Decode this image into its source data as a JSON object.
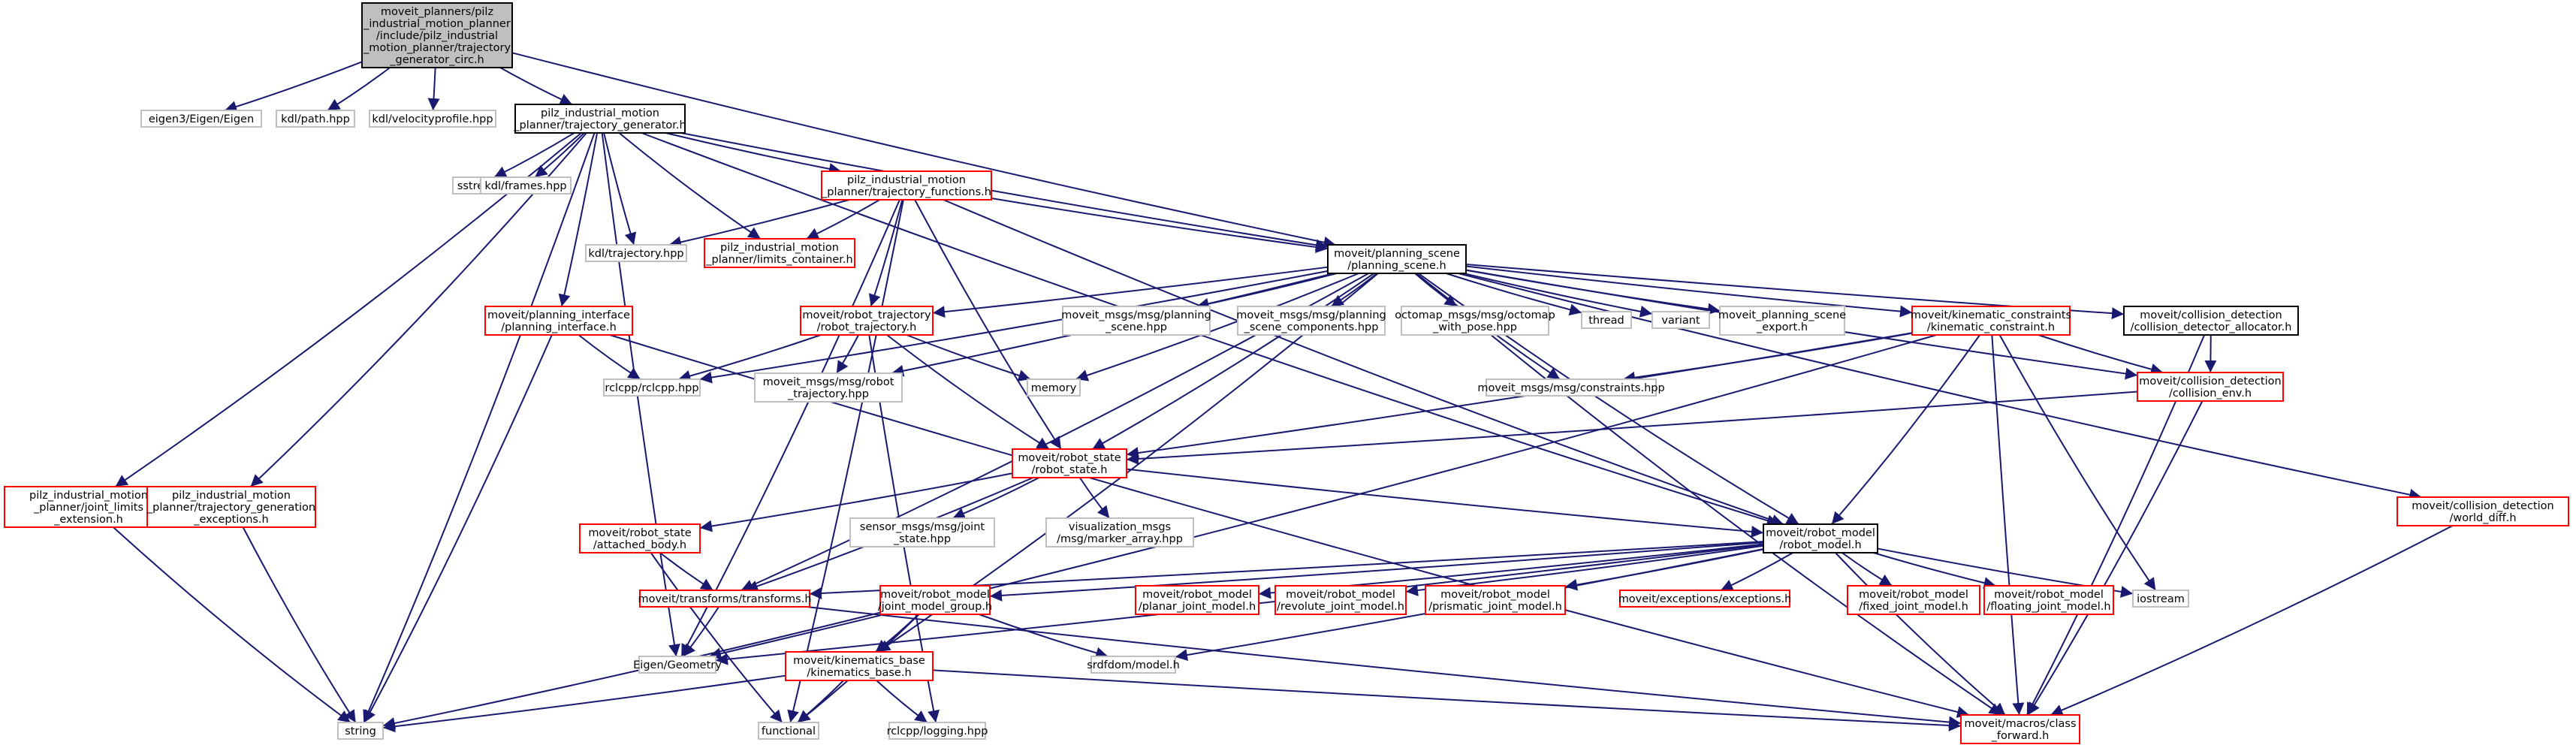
{
  "colors": {
    "root_fill": "#bfbfbf",
    "root_stroke": "#000000",
    "documented_stroke": "#000000",
    "undocumented_stroke": "#ff0000",
    "external_stroke": "#bfbfbf",
    "node_fill": "#ffffff",
    "edge": "#191970"
  },
  "nodes": [
    {
      "id": "root",
      "kind": "root",
      "lines": [
        "moveit_planners/pilz",
        "_industrial_motion_planner",
        "/include/pilz_industrial",
        "_motion_planner/trajectory",
        "_generator_circ.h"
      ]
    },
    {
      "id": "eigen3",
      "kind": "external",
      "lines": [
        "eigen3/Eigen/Eigen"
      ]
    },
    {
      "id": "kdl_path",
      "kind": "external",
      "lines": [
        "kdl/path.hpp"
      ]
    },
    {
      "id": "kdl_velprof",
      "kind": "external",
      "lines": [
        "kdl/velocityprofile.hpp"
      ]
    },
    {
      "id": "traj_gen",
      "kind": "documented",
      "lines": [
        "pilz_industrial_motion",
        "_planner/trajectory_generator.h"
      ]
    },
    {
      "id": "sstream",
      "kind": "external",
      "lines": [
        "sstream"
      ]
    },
    {
      "id": "kdl_frames",
      "kind": "external",
      "lines": [
        "kdl/frames.hpp"
      ]
    },
    {
      "id": "traj_funcs",
      "kind": "undocumented",
      "lines": [
        "pilz_industrial_motion",
        "_planner/trajectory_functions.h"
      ]
    },
    {
      "id": "kdl_traj",
      "kind": "external",
      "lines": [
        "kdl/trajectory.hpp"
      ]
    },
    {
      "id": "limits_cont",
      "kind": "undocumented",
      "lines": [
        "pilz_industrial_motion",
        "_planner/limits_container.h"
      ]
    },
    {
      "id": "planning_scene",
      "kind": "documented",
      "lines": [
        "moveit/planning_scene",
        "/planning_scene.h"
      ]
    },
    {
      "id": "planning_iface",
      "kind": "undocumented",
      "lines": [
        "moveit/planning_interface",
        "/planning_interface.h"
      ]
    },
    {
      "id": "robot_traj",
      "kind": "undocumented",
      "lines": [
        "moveit/robot_trajectory",
        "/robot_trajectory.h"
      ]
    },
    {
      "id": "ps_msg",
      "kind": "external",
      "lines": [
        "moveit_msgs/msg/planning",
        "_scene.hpp"
      ]
    },
    {
      "id": "psc_msg",
      "kind": "external",
      "lines": [
        "moveit_msgs/msg/planning",
        "_scene_components.hpp"
      ]
    },
    {
      "id": "octomap_msg",
      "kind": "external",
      "lines": [
        "octomap_msgs/msg/octomap",
        "_with_pose.hpp"
      ]
    },
    {
      "id": "thread",
      "kind": "external",
      "lines": [
        "thread"
      ]
    },
    {
      "id": "variant",
      "kind": "external",
      "lines": [
        "variant"
      ]
    },
    {
      "id": "ps_export",
      "kind": "external",
      "lines": [
        "moveit_planning_scene",
        "_export.h"
      ]
    },
    {
      "id": "kin_constr",
      "kind": "undocumented",
      "lines": [
        "moveit/kinematic_constraints",
        "/kinematic_constraint.h"
      ]
    },
    {
      "id": "coll_alloc",
      "kind": "documented",
      "lines": [
        "moveit/collision_detection",
        "/collision_detector_allocator.h"
      ]
    },
    {
      "id": "rclcpp",
      "kind": "external",
      "lines": [
        "rclcpp/rclcpp.hpp"
      ]
    },
    {
      "id": "rt_msg",
      "kind": "external",
      "lines": [
        "moveit_msgs/msg/robot",
        "_trajectory.hpp"
      ]
    },
    {
      "id": "memory",
      "kind": "external",
      "lines": [
        "memory"
      ]
    },
    {
      "id": "constraints_msg",
      "kind": "external",
      "lines": [
        "moveit_msgs/msg/constraints.hpp"
      ]
    },
    {
      "id": "coll_env",
      "kind": "undocumented",
      "lines": [
        "moveit/collision_detection",
        "/collision_env.h"
      ]
    },
    {
      "id": "joint_limits",
      "kind": "undocumented",
      "lines": [
        "pilz_industrial_motion",
        "_planner/joint_limits",
        "_extension.h"
      ]
    },
    {
      "id": "traj_gen_exc",
      "kind": "undocumented",
      "lines": [
        "pilz_industrial_motion",
        "_planner/trajectory_generation",
        "_exceptions.h"
      ]
    },
    {
      "id": "robot_state",
      "kind": "undocumented",
      "lines": [
        "moveit/robot_state",
        "/robot_state.h"
      ]
    },
    {
      "id": "world_diff",
      "kind": "undocumented",
      "lines": [
        "moveit/collision_detection",
        "/world_diff.h"
      ]
    },
    {
      "id": "attached_body",
      "kind": "undocumented",
      "lines": [
        "moveit/robot_state",
        "/attached_body.h"
      ]
    },
    {
      "id": "js_msg",
      "kind": "external",
      "lines": [
        "sensor_msgs/msg/joint",
        "_state.hpp"
      ]
    },
    {
      "id": "viz_msg",
      "kind": "external",
      "lines": [
        "visualization_msgs",
        "/msg/marker_array.hpp"
      ]
    },
    {
      "id": "robot_model",
      "kind": "documented",
      "lines": [
        "moveit/robot_model",
        "/robot_model.h"
      ]
    },
    {
      "id": "transforms",
      "kind": "undocumented",
      "lines": [
        "moveit/transforms/transforms.h"
      ]
    },
    {
      "id": "jmg",
      "kind": "undocumented",
      "lines": [
        "moveit/robot_model",
        "/joint_model_group.h"
      ]
    },
    {
      "id": "planar",
      "kind": "undocumented",
      "lines": [
        "moveit/robot_model",
        "/planar_joint_model.h"
      ]
    },
    {
      "id": "revolute",
      "kind": "undocumented",
      "lines": [
        "moveit/robot_model",
        "/revolute_joint_model.h"
      ]
    },
    {
      "id": "prismatic",
      "kind": "undocumented",
      "lines": [
        "moveit/robot_model",
        "/prismatic_joint_model.h"
      ]
    },
    {
      "id": "exceptions",
      "kind": "undocumented",
      "lines": [
        "moveit/exceptions/exceptions.h"
      ]
    },
    {
      "id": "fixed",
      "kind": "undocumented",
      "lines": [
        "moveit/robot_model",
        "/fixed_joint_model.h"
      ]
    },
    {
      "id": "floating",
      "kind": "undocumented",
      "lines": [
        "moveit/robot_model",
        "/floating_joint_model.h"
      ]
    },
    {
      "id": "iostream",
      "kind": "external",
      "lines": [
        "iostream"
      ]
    },
    {
      "id": "eigen_geom",
      "kind": "external",
      "lines": [
        "Eigen/Geometry"
      ]
    },
    {
      "id": "srdf",
      "kind": "external",
      "lines": [
        "srdfdom/model.h"
      ]
    },
    {
      "id": "kin_base",
      "kind": "undocumented",
      "lines": [
        "moveit/kinematics_base",
        "/kinematics_base.h"
      ]
    },
    {
      "id": "string",
      "kind": "external",
      "lines": [
        "string"
      ]
    },
    {
      "id": "functional",
      "kind": "external",
      "lines": [
        "functional"
      ]
    },
    {
      "id": "rclcpp_log",
      "kind": "external",
      "lines": [
        "rclcpp/logging.hpp"
      ]
    },
    {
      "id": "class_fwd",
      "kind": "undocumented",
      "lines": [
        "moveit/macros/class",
        "_forward.h"
      ]
    }
  ],
  "edges": [
    [
      "root",
      "eigen3"
    ],
    [
      "root",
      "kdl_path"
    ],
    [
      "root",
      "kdl_velprof"
    ],
    [
      "root",
      "traj_gen"
    ],
    [
      "root",
      "planning_scene"
    ],
    [
      "traj_gen",
      "sstream"
    ],
    [
      "traj_gen",
      "kdl_frames"
    ],
    [
      "traj_gen",
      "traj_funcs"
    ],
    [
      "traj_gen",
      "kdl_traj"
    ],
    [
      "traj_gen",
      "limits_cont"
    ],
    [
      "traj_gen",
      "planning_scene"
    ],
    [
      "traj_gen",
      "planning_iface"
    ],
    [
      "traj_gen",
      "joint_limits"
    ],
    [
      "traj_gen",
      "traj_gen_exc"
    ],
    [
      "traj_gen",
      "string"
    ],
    [
      "traj_gen",
      "eigen_geom"
    ],
    [
      "traj_gen",
      "robot_model"
    ],
    [
      "traj_funcs",
      "kdl_traj"
    ],
    [
      "traj_funcs",
      "limits_cont"
    ],
    [
      "traj_funcs",
      "planning_scene"
    ],
    [
      "traj_funcs",
      "robot_traj"
    ],
    [
      "traj_funcs",
      "robot_state"
    ],
    [
      "traj_funcs",
      "eigen_geom"
    ],
    [
      "traj_funcs",
      "functional"
    ],
    [
      "traj_funcs",
      "robot_model"
    ],
    [
      "planning_scene",
      "robot_traj"
    ],
    [
      "planning_scene",
      "ps_msg"
    ],
    [
      "planning_scene",
      "psc_msg"
    ],
    [
      "planning_scene",
      "octomap_msg"
    ],
    [
      "planning_scene",
      "thread"
    ],
    [
      "planning_scene",
      "variant"
    ],
    [
      "planning_scene",
      "ps_export"
    ],
    [
      "planning_scene",
      "kin_constr"
    ],
    [
      "planning_scene",
      "coll_alloc"
    ],
    [
      "planning_scene",
      "rclcpp"
    ],
    [
      "planning_scene",
      "rt_msg"
    ],
    [
      "planning_scene",
      "memory"
    ],
    [
      "planning_scene",
      "constraints_msg"
    ],
    [
      "planning_scene",
      "coll_env"
    ],
    [
      "planning_scene",
      "world_diff"
    ],
    [
      "planning_scene",
      "robot_state"
    ],
    [
      "planning_scene",
      "robot_model"
    ],
    [
      "planning_scene",
      "transforms"
    ],
    [
      "planning_scene",
      "kin_base"
    ],
    [
      "planning_scene",
      "class_fwd"
    ],
    [
      "planning_iface",
      "rclcpp"
    ],
    [
      "planning_iface",
      "string"
    ],
    [
      "planning_iface",
      "class_fwd"
    ],
    [
      "robot_traj",
      "rclcpp"
    ],
    [
      "robot_traj",
      "rt_msg"
    ],
    [
      "robot_traj",
      "memory"
    ],
    [
      "robot_traj",
      "robot_state"
    ],
    [
      "robot_traj",
      "rclcpp_log"
    ],
    [
      "kin_constr",
      "constraints_msg"
    ],
    [
      "kin_constr",
      "coll_env"
    ],
    [
      "kin_constr",
      "robot_state"
    ],
    [
      "kin_constr",
      "robot_model"
    ],
    [
      "kin_constr",
      "eigen_geom"
    ],
    [
      "kin_constr",
      "iostream"
    ],
    [
      "kin_constr",
      "class_fwd"
    ],
    [
      "coll_alloc",
      "coll_env"
    ],
    [
      "coll_alloc",
      "class_fwd"
    ],
    [
      "coll_env",
      "robot_state"
    ],
    [
      "coll_env",
      "class_fwd"
    ],
    [
      "world_diff",
      "class_fwd"
    ],
    [
      "joint_limits",
      "string"
    ],
    [
      "traj_gen_exc",
      "string"
    ],
    [
      "robot_state",
      "attached_body"
    ],
    [
      "robot_state",
      "js_msg"
    ],
    [
      "robot_state",
      "viz_msg"
    ],
    [
      "robot_state",
      "robot_model"
    ],
    [
      "robot_state",
      "transforms"
    ],
    [
      "attached_body",
      "transforms"
    ],
    [
      "attached_body",
      "functional"
    ],
    [
      "robot_model",
      "transforms"
    ],
    [
      "robot_model",
      "jmg"
    ],
    [
      "robot_model",
      "planar"
    ],
    [
      "robot_model",
      "revolute"
    ],
    [
      "robot_model",
      "prismatic"
    ],
    [
      "robot_model",
      "exceptions"
    ],
    [
      "robot_model",
      "fixed"
    ],
    [
      "robot_model",
      "floating"
    ],
    [
      "robot_model",
      "iostream"
    ],
    [
      "robot_model",
      "eigen_geom"
    ],
    [
      "robot_model",
      "srdf"
    ],
    [
      "robot_model",
      "class_fwd"
    ],
    [
      "transforms",
      "eigen_geom"
    ],
    [
      "transforms",
      "class_fwd"
    ],
    [
      "jmg",
      "kin_base"
    ],
    [
      "jmg",
      "srdf"
    ],
    [
      "jmg",
      "string"
    ],
    [
      "jmg",
      "functional"
    ],
    [
      "kin_base",
      "string"
    ],
    [
      "kin_base",
      "functional"
    ],
    [
      "kin_base",
      "rclcpp_log"
    ],
    [
      "kin_base",
      "class_fwd"
    ]
  ]
}
